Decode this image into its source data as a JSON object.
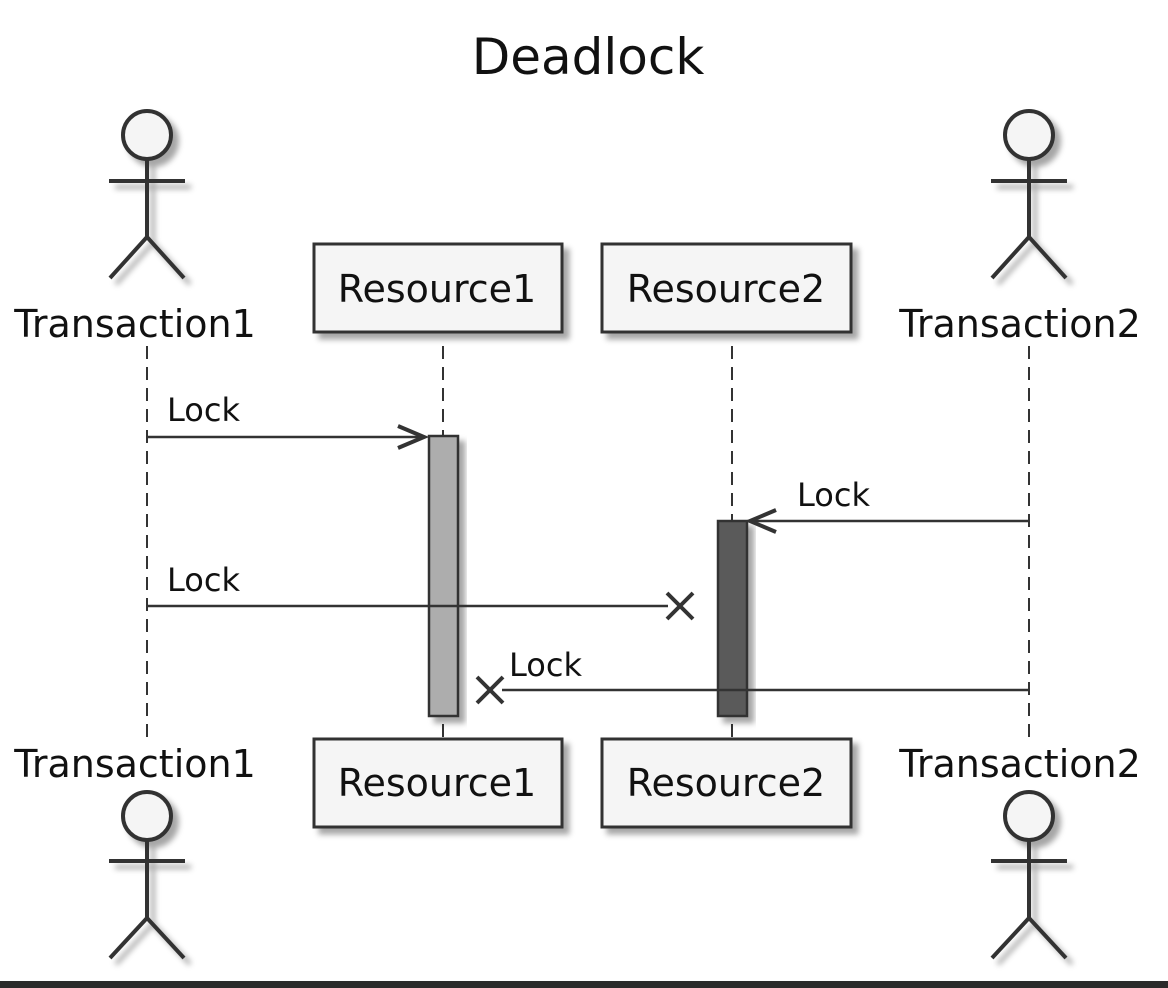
{
  "title": "Deadlock",
  "participants": [
    {
      "id": "t1",
      "type": "actor",
      "name": "Transaction1"
    },
    {
      "id": "r1",
      "type": "participant",
      "name": "Resource1"
    },
    {
      "id": "r2",
      "type": "participant",
      "name": "Resource2"
    },
    {
      "id": "t2",
      "type": "actor",
      "name": "Transaction2"
    }
  ],
  "messages": [
    {
      "from": "t1",
      "to": "r1",
      "label": "Lock",
      "kind": "arrow"
    },
    {
      "from": "t2",
      "to": "r2",
      "label": "Lock",
      "kind": "arrow"
    },
    {
      "from": "t1",
      "to": "r2",
      "label": "Lock",
      "kind": "lost"
    },
    {
      "from": "t2",
      "to": "r1",
      "label": "Lock",
      "kind": "lost"
    }
  ],
  "activations": [
    {
      "participant": "r1",
      "color": "#ADADAD"
    },
    {
      "participant": "r2",
      "color": "#5A5A5A"
    }
  ],
  "colors": {
    "stroke": "#333333",
    "box_fill": "#F5F5F5",
    "actor_fill": "#F5F5F5"
  }
}
